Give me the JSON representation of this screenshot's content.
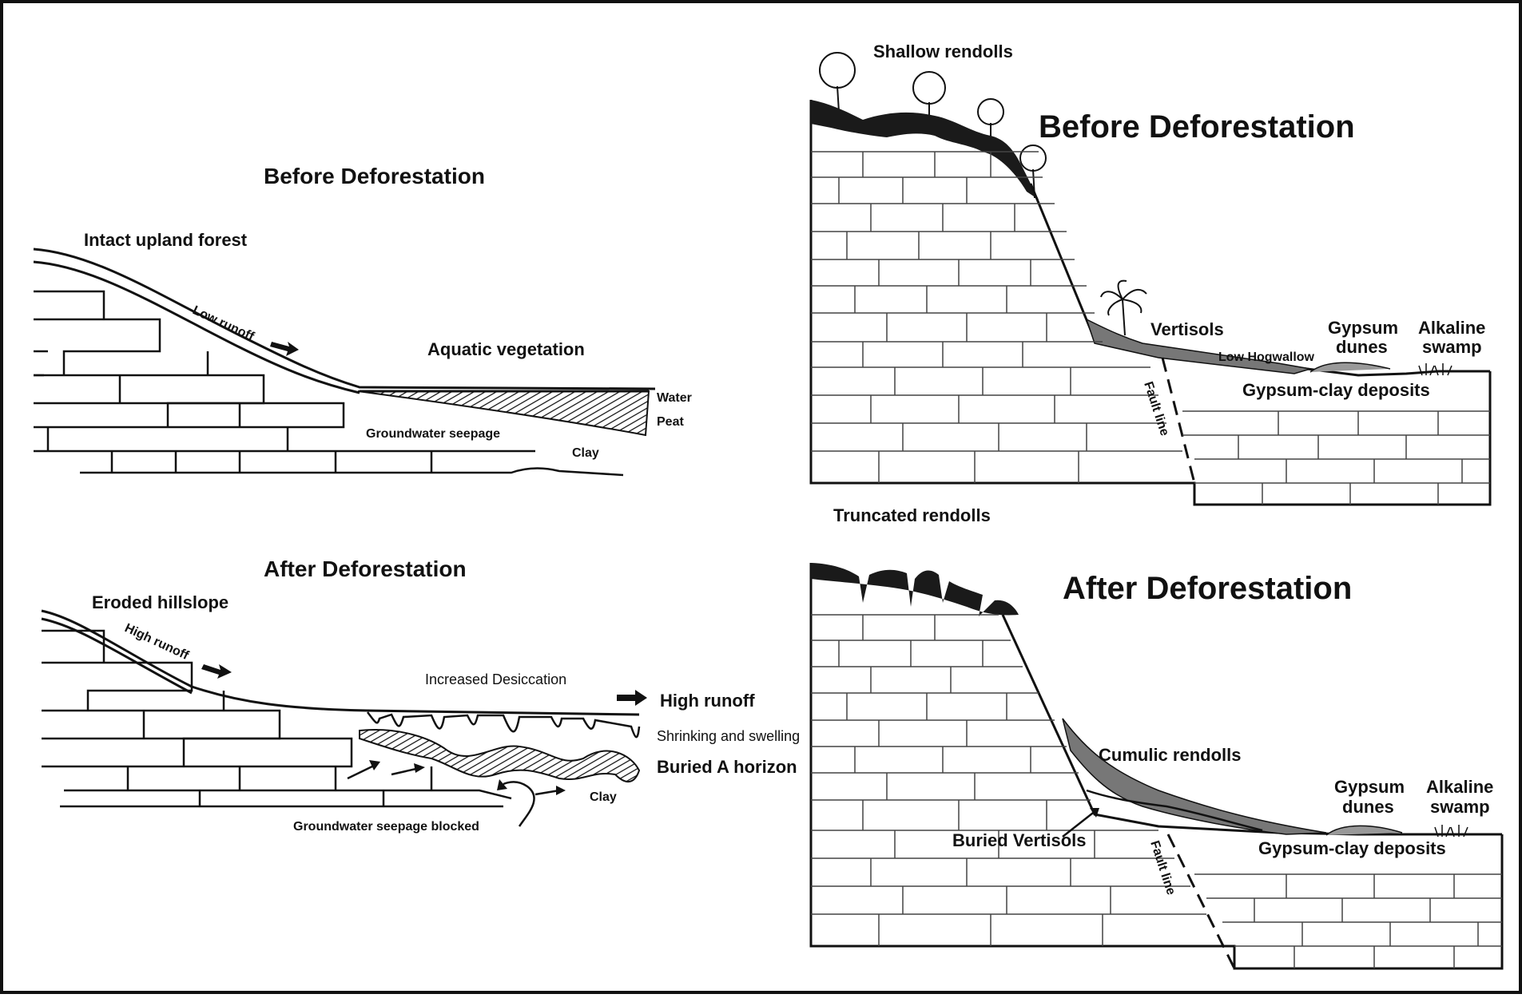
{
  "figure": {
    "left_top": {
      "title": "Before Deforestation",
      "labels": {
        "forest": "Intact upland forest",
        "runoff": "Low runoff",
        "aquatic": "Aquatic vegetation",
        "water": "Water",
        "peat": "Peat",
        "seepage": "Groundwater seepage",
        "clay": "Clay"
      }
    },
    "left_bottom": {
      "title": "After Deforestation",
      "labels": {
        "hillslope": "Eroded hillslope",
        "runoff_slope": "High runoff",
        "desiccation": "Increased Desiccation",
        "runoff_right": "High runoff",
        "shrink": "Shrinking and swelling",
        "buried_a": "Buried A horizon",
        "clay": "Clay",
        "seepage_blocked": "Groundwater seepage blocked"
      }
    },
    "right_top": {
      "title": "Before Deforestation",
      "labels": {
        "rendolls": "Shallow rendolls",
        "vertisols": "Vertisols",
        "hogwallow": "Low Hogwallow",
        "gypsum_dunes_1": "Gypsum",
        "gypsum_dunes_2": "dunes",
        "alkaline_1": "Alkaline",
        "alkaline_2": "swamp",
        "deposits": "Gypsum-clay deposits",
        "fault": "Fault line"
      }
    },
    "right_bottom": {
      "title": "After Deforestation",
      "labels": {
        "truncated": "Truncated rendolls",
        "cumulic": "Cumulic rendolls",
        "buried_vertisols": "Buried Vertisols",
        "gypsum_dunes_1": "Gypsum",
        "gypsum_dunes_2": "dunes",
        "alkaline_1": "Alkaline",
        "alkaline_2": "swamp",
        "deposits": "Gypsum-clay deposits",
        "fault": "Fault line"
      }
    }
  }
}
